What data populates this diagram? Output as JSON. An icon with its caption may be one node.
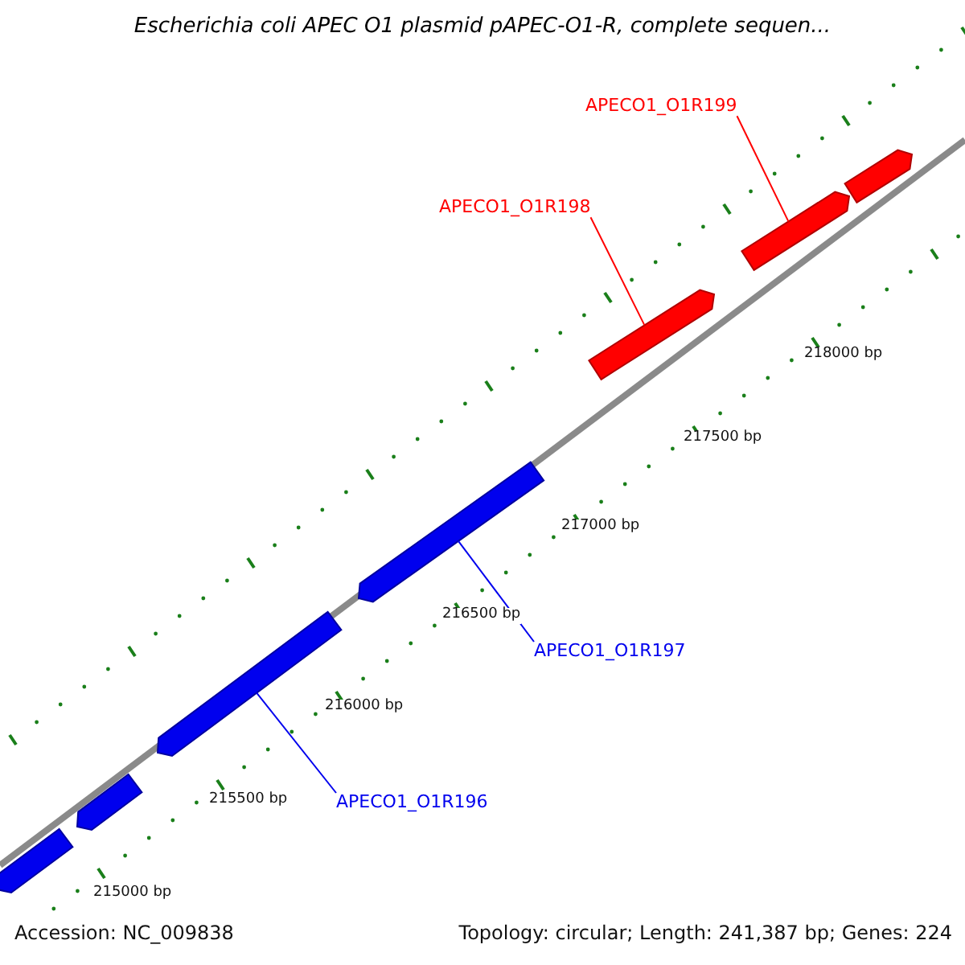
{
  "diagram": {
    "title": "Escherichia coli APEC O1 plasmid pAPEC-O1-R, complete sequen...",
    "nodes": [
      {
        "text": [
          "APECO1_O1R199"
        ]
      },
      {
        "text": [],
        "shape": "bar"
      },
      {
        "text": [
          "APECO1_O1R198"
        ]
      },
      {
        "text": [],
        "shape": "bar"
      },
      {
        "text": [],
        "shape": "bar"
      },
      {
        "text": [],
        "shape": "bar"
      },
      {
        "text": [
          "APECO1_O1R197"
        ]
      },
      {
        "text": [],
        "shape": "bar"
      },
      {
        "text": [
          "APECO1_O1R196"
        ]
      },
      {
        "text": [],
        "shape": "bar"
      },
      {
        "text": [],
        "shape": "bar"
      }
    ],
    "edges": [
      {
        "from": 0,
        "to": 3,
        "arrow": "none",
        "color": "#ff0000"
      },
      {
        "from": 2,
        "to": 4,
        "arrow": "none",
        "color": "#ff0000"
      },
      {
        "from": 6,
        "to": 5,
        "arrow": "none",
        "color": "#0000ee"
      },
      {
        "from": 8,
        "to": 7,
        "arrow": "none",
        "color": "#0000ee"
      }
    ],
    "labels": [
      "218000 bp",
      "217500 bp",
      "217000 bp",
      "216500 bp",
      "216000 bp",
      "215500 bp",
      "215000 bp",
      "Accession: NC_009838",
      "Topology: circular; Length: 241,387 bp; Genes: 224"
    ]
  }
}
